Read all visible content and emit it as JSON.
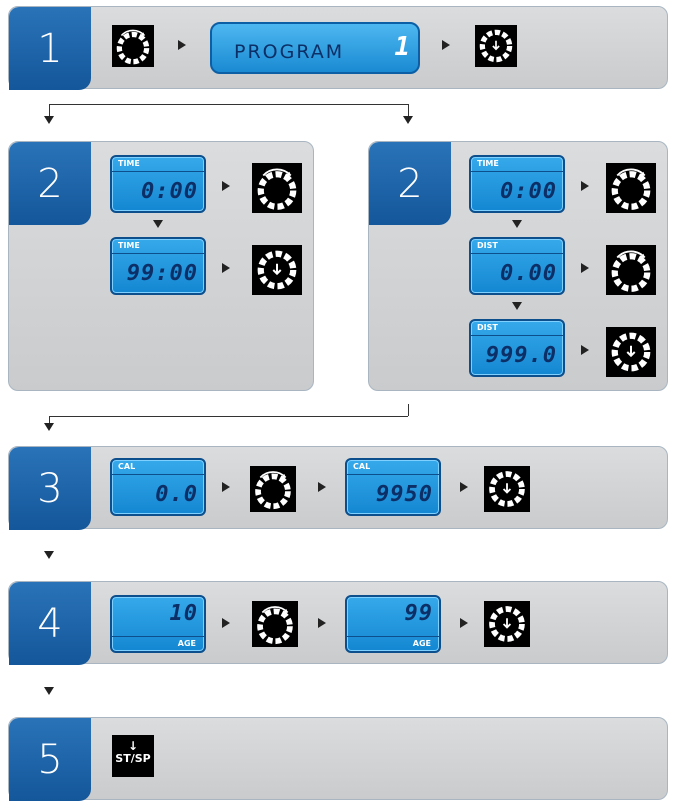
{
  "steps": [
    {
      "num": "1"
    },
    {
      "num": "2"
    },
    {
      "num": "2"
    },
    {
      "num": "3"
    },
    {
      "num": "4"
    },
    {
      "num": "5"
    }
  ],
  "step1": {
    "program_label": "PROGRAM",
    "program_number": "1"
  },
  "step2_time": {
    "time_label_1": "TIME",
    "time_value_1": "0:00",
    "time_label_2": "TIME",
    "time_value_2": "99:00"
  },
  "step2_dist": {
    "time_label": "TIME",
    "time_value": "0:00",
    "dist_label_1": "DIST",
    "dist_value_1": "0.00",
    "dist_label_2": "DIST",
    "dist_value_2": "999.0"
  },
  "step3": {
    "cal_label_1": "CAL",
    "cal_value_1": "0.0",
    "cal_label_2": "CAL",
    "cal_value_2": "9950"
  },
  "step4": {
    "age_label_1": "AGE",
    "age_value_1": "10",
    "age_label_2": "AGE",
    "age_value_2": "99"
  },
  "step5": {
    "button_label": "ST/SP",
    "button_arrow": "↓"
  },
  "icons": {
    "rotate": "rotate-knob-icon",
    "press": "press-knob-icon"
  },
  "colors": {
    "accent": "#1a5fa5",
    "lcd": "#2196d8",
    "panel": "#d2d4d6"
  }
}
